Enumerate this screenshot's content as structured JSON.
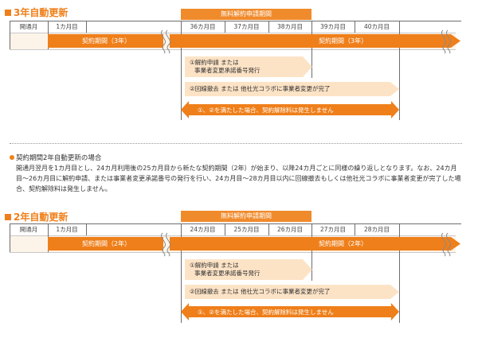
{
  "sections": [
    {
      "title": "3年自動更新",
      "period_header": "無料解約申請期間",
      "months": [
        "開通月",
        "1カ月目",
        "36カ月目",
        "37カ月目",
        "38カ月目",
        "39カ月目",
        "40カ月目"
      ],
      "contract_label_left": "契約期間（3年）",
      "contract_label_right": "契約期間（3年）",
      "step1_line1": "①解約申請 または",
      "step1_line2": "事業者変更承諾番号発行",
      "step2": "②回線撤去 または 他社光コラボに事業者変更が完了",
      "waiver": "①、②を満たした場合、契約解除料は発生しません"
    },
    {
      "title": "2年自動更新",
      "period_header": "無料解約申請期間",
      "months": [
        "開通月",
        "1カ月目",
        "24カ月目",
        "25カ月目",
        "26カ月目",
        "27カ月目",
        "28カ月目"
      ],
      "contract_label_left": "契約期間（2年）",
      "contract_label_right": "契約期間（2年）",
      "step1_line1": "①解約申請 または",
      "step1_line2": "事業者変更承諾番号発行",
      "step2": "②回線撤去 または 他社光コラボに事業者変更が完了",
      "waiver": "①、②を満たした場合、契約解除料は発生しません"
    }
  ],
  "note": {
    "heading": "契約期間2年自動更新の場合",
    "body": "開通月翌月を1カ月目とし、24カ月利用後の25カ月目から新たな契約期間（2年）が始まり、以降24カ月ごとに同様の繰り返しとなります。なお、24カ月目〜26カ月目に解約申請、または事業者変更承諾番号の発行を行い、24カ月目〜28カ月目以内に回線撤去もしくは他社光コラボに事業者変更が完了した場合、契約解除料は発生しません。"
  },
  "colors": {
    "orange": "#ef7f1a",
    "header_orange": "#f08b2c",
    "peach": "#fde3c6",
    "track": "#fdf4e9"
  }
}
